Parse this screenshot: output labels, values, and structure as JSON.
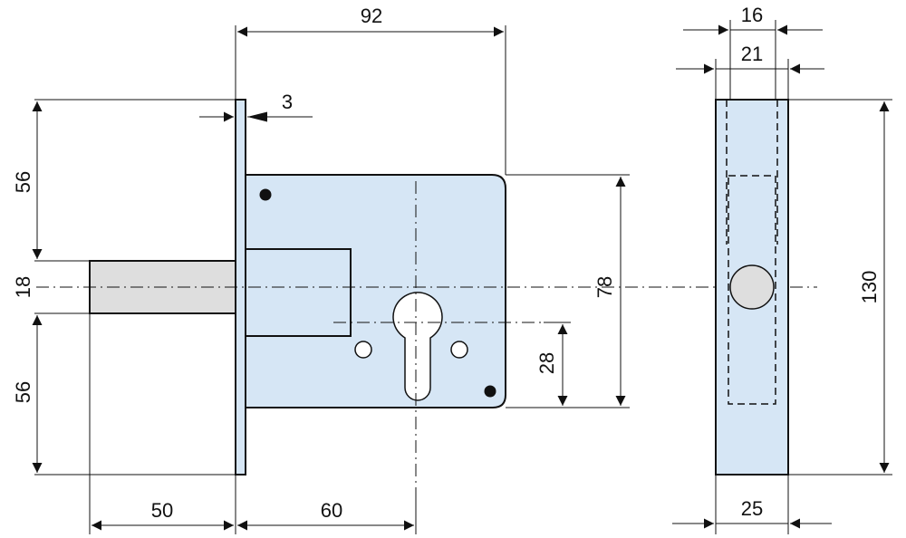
{
  "dimensions": {
    "front_width": "92",
    "faceplate_thickness": "3",
    "upper_height": "56",
    "bolt_height": "18",
    "lower_height": "56",
    "case_height": "78",
    "cylinder_offset": "28",
    "bolt_projection": "50",
    "backset": "60",
    "side_top_a": "16",
    "side_top_b": "21",
    "side_height": "130",
    "side_width": "25"
  },
  "colors": {
    "body_fill": "#d6e6f5",
    "bolt_fill": "#dedede",
    "line": "#111111"
  }
}
